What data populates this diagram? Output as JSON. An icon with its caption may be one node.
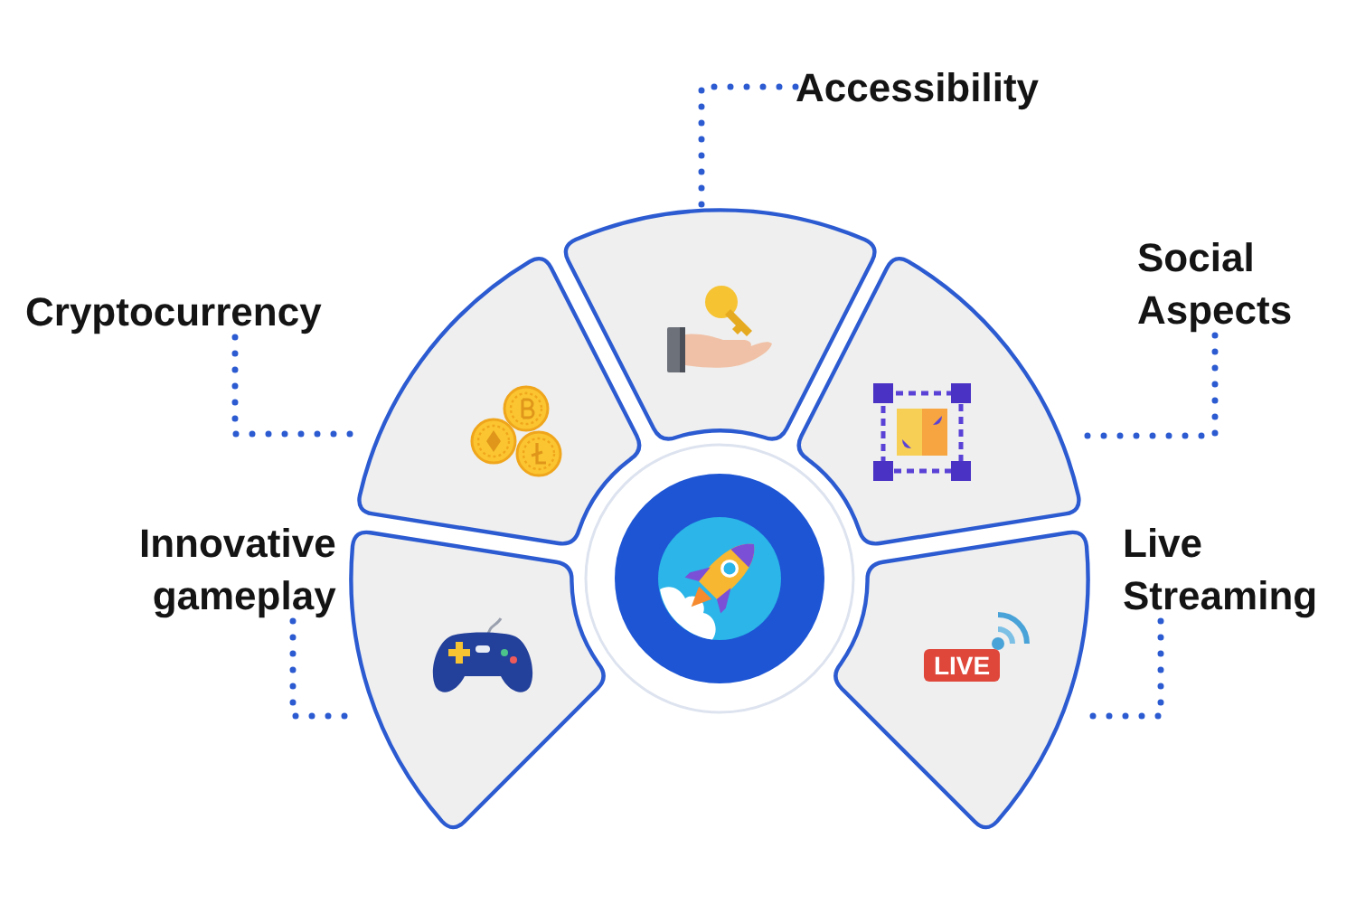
{
  "diagram": {
    "nodes": [
      {
        "text": [
          "Accessibility"
        ]
      },
      {
        "text": [
          "Cryptocurrency"
        ]
      },
      {
        "text": [
          "Social Aspects"
        ]
      },
      {
        "text": [
          "Innovative gameplay"
        ]
      },
      {
        "text": [
          "Live Streaming"
        ]
      },
      {
        "text": [],
        "shape": "sector"
      },
      {
        "text": [],
        "shape": "sector"
      },
      {
        "text": [],
        "shape": "sector"
      },
      {
        "text": [],
        "shape": "sector"
      },
      {
        "text": [],
        "shape": "sector"
      },
      {
        "text": [],
        "shape": "circle"
      }
    ],
    "edges": [
      {
        "from": 0,
        "to": 5,
        "arrow": "none",
        "style": "dashed"
      },
      {
        "from": 1,
        "to": 6,
        "arrow": "none",
        "style": "dashed"
      },
      {
        "from": 2,
        "to": 7,
        "arrow": "none",
        "style": "dashed"
      },
      {
        "from": 3,
        "to": 8,
        "arrow": "none",
        "style": "dashed"
      },
      {
        "from": 4,
        "to": 9,
        "arrow": "none",
        "style": "dashed"
      }
    ],
    "labels": [
      "LIVE"
    ]
  }
}
